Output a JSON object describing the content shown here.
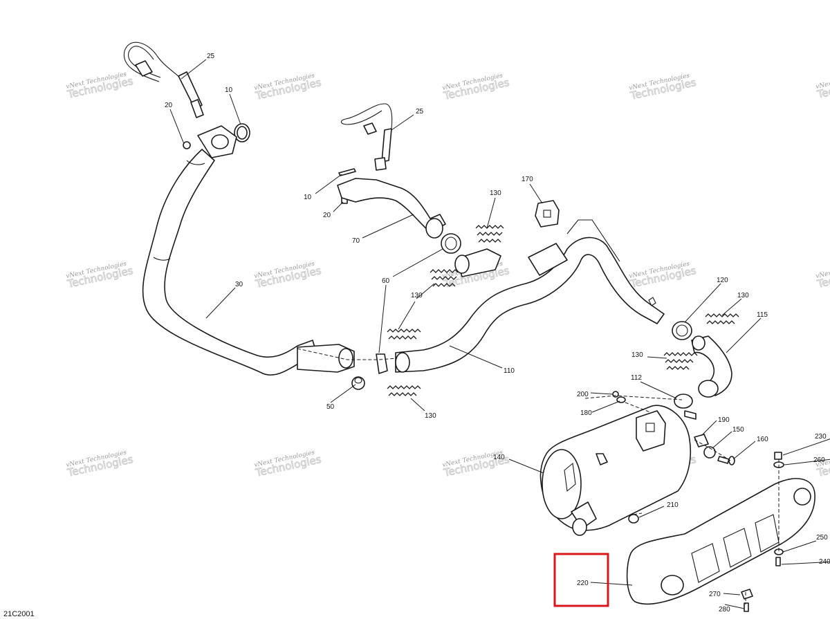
{
  "diagram_ref": "21C2001",
  "watermark": {
    "line1": "vNext Technologies",
    "line2": "Technologies"
  },
  "highlight_color": "#d9161c",
  "callouts": {
    "c25a": "25",
    "c10a": "10",
    "c20a": "20",
    "c25b": "25",
    "c10b": "10",
    "c20b": "20",
    "c70": "70",
    "c130a": "130",
    "c170": "170",
    "c60": "60",
    "c30": "30",
    "c130b": "130",
    "c120": "120",
    "c130c": "130",
    "c115": "115",
    "c110": "110",
    "c130d": "130",
    "c112": "112",
    "c200": "200",
    "c50": "50",
    "c130e": "130",
    "c180": "180",
    "c190": "190",
    "c150": "150",
    "c160": "160",
    "c230": "230",
    "c140": "140",
    "c260": "260",
    "c210": "210",
    "c250": "250",
    "c240": "240",
    "c220": "220",
    "c270": "270",
    "c280": "280"
  }
}
